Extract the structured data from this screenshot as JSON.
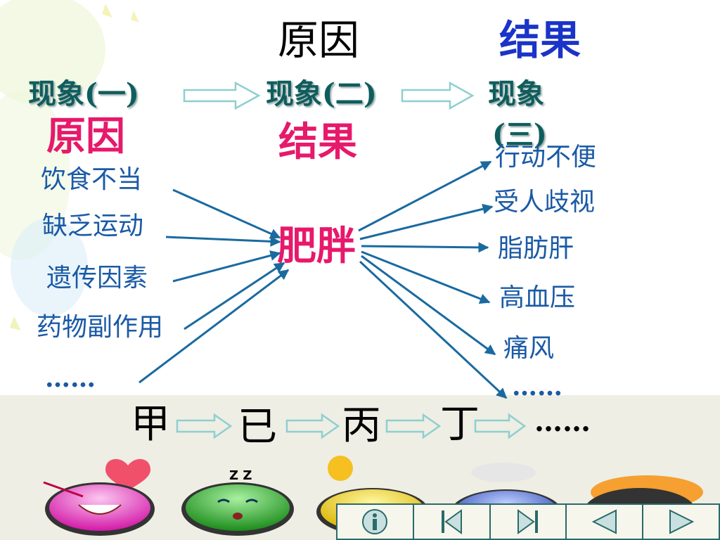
{
  "header": {
    "cause_label": "原因",
    "result_label": "结果"
  },
  "phenomena": {
    "p1": "现象(一)",
    "p2": "现象(二)",
    "p3_line1": "现象",
    "p3_line2": "(三)"
  },
  "sub_headers": {
    "cause": "原因",
    "result": "结果"
  },
  "causes": [
    "饮食不当",
    "缺乏运动",
    "遗传因素",
    "药物副作用",
    "……"
  ],
  "center": "肥胖",
  "effects": [
    "行动不便",
    "受人歧视",
    "脂肪肝",
    "高血压",
    "痛风",
    "……"
  ],
  "chain": [
    "甲",
    "已",
    "丙",
    "丁",
    "……"
  ],
  "colors": {
    "arrow": "#1a6aa0",
    "phenomenon": "#0f5d5d",
    "highlight": "#e6196b",
    "item": "#1a5aa6",
    "result_header": "#1a33c8"
  },
  "emoticons": [
    "love-face-icon",
    "sleepy-face-icon",
    "sun-face-icon",
    "cloud-face-icon",
    "fire-face-icon"
  ],
  "nav": [
    "info-icon",
    "first-slide-icon",
    "last-slide-icon",
    "prev-slide-icon",
    "next-slide-icon"
  ]
}
